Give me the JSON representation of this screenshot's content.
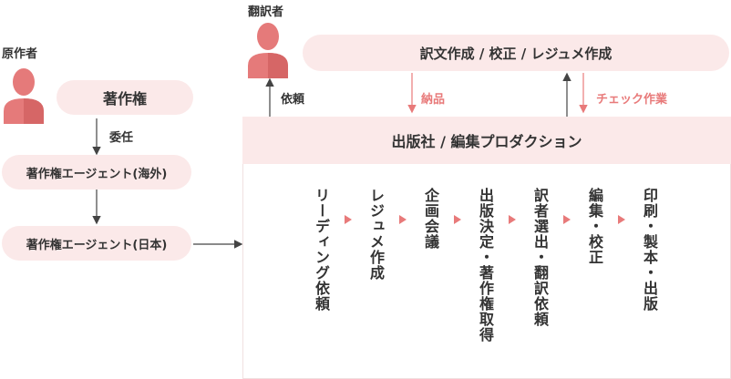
{
  "original_author": {
    "label": "原作者",
    "copyright": "著作権",
    "delegation": "委任"
  },
  "agents": {
    "overseas": "著作権エージェント(海外)",
    "japan": "著作権エージェント(日本)"
  },
  "translator": {
    "label": "翻訳者",
    "tasks": "訳文作成 / 校正 / レジュメ作成",
    "request": "依頼",
    "delivery": "納品",
    "check": "チェック作業"
  },
  "publisher": {
    "title": "出版社 / 編集プロダクション",
    "steps": [
      "リーディング依頼",
      "レジュメ作成",
      "企画会議",
      "出版決定・著作権取得",
      "訳者選出・翻訳依頼",
      "編集・校正",
      "印刷・製本・出版"
    ]
  },
  "colors": {
    "accent": "#e87a7a",
    "pill_bg": "#fbe9e9",
    "icon": "#e57a7a",
    "line": "#444444"
  }
}
